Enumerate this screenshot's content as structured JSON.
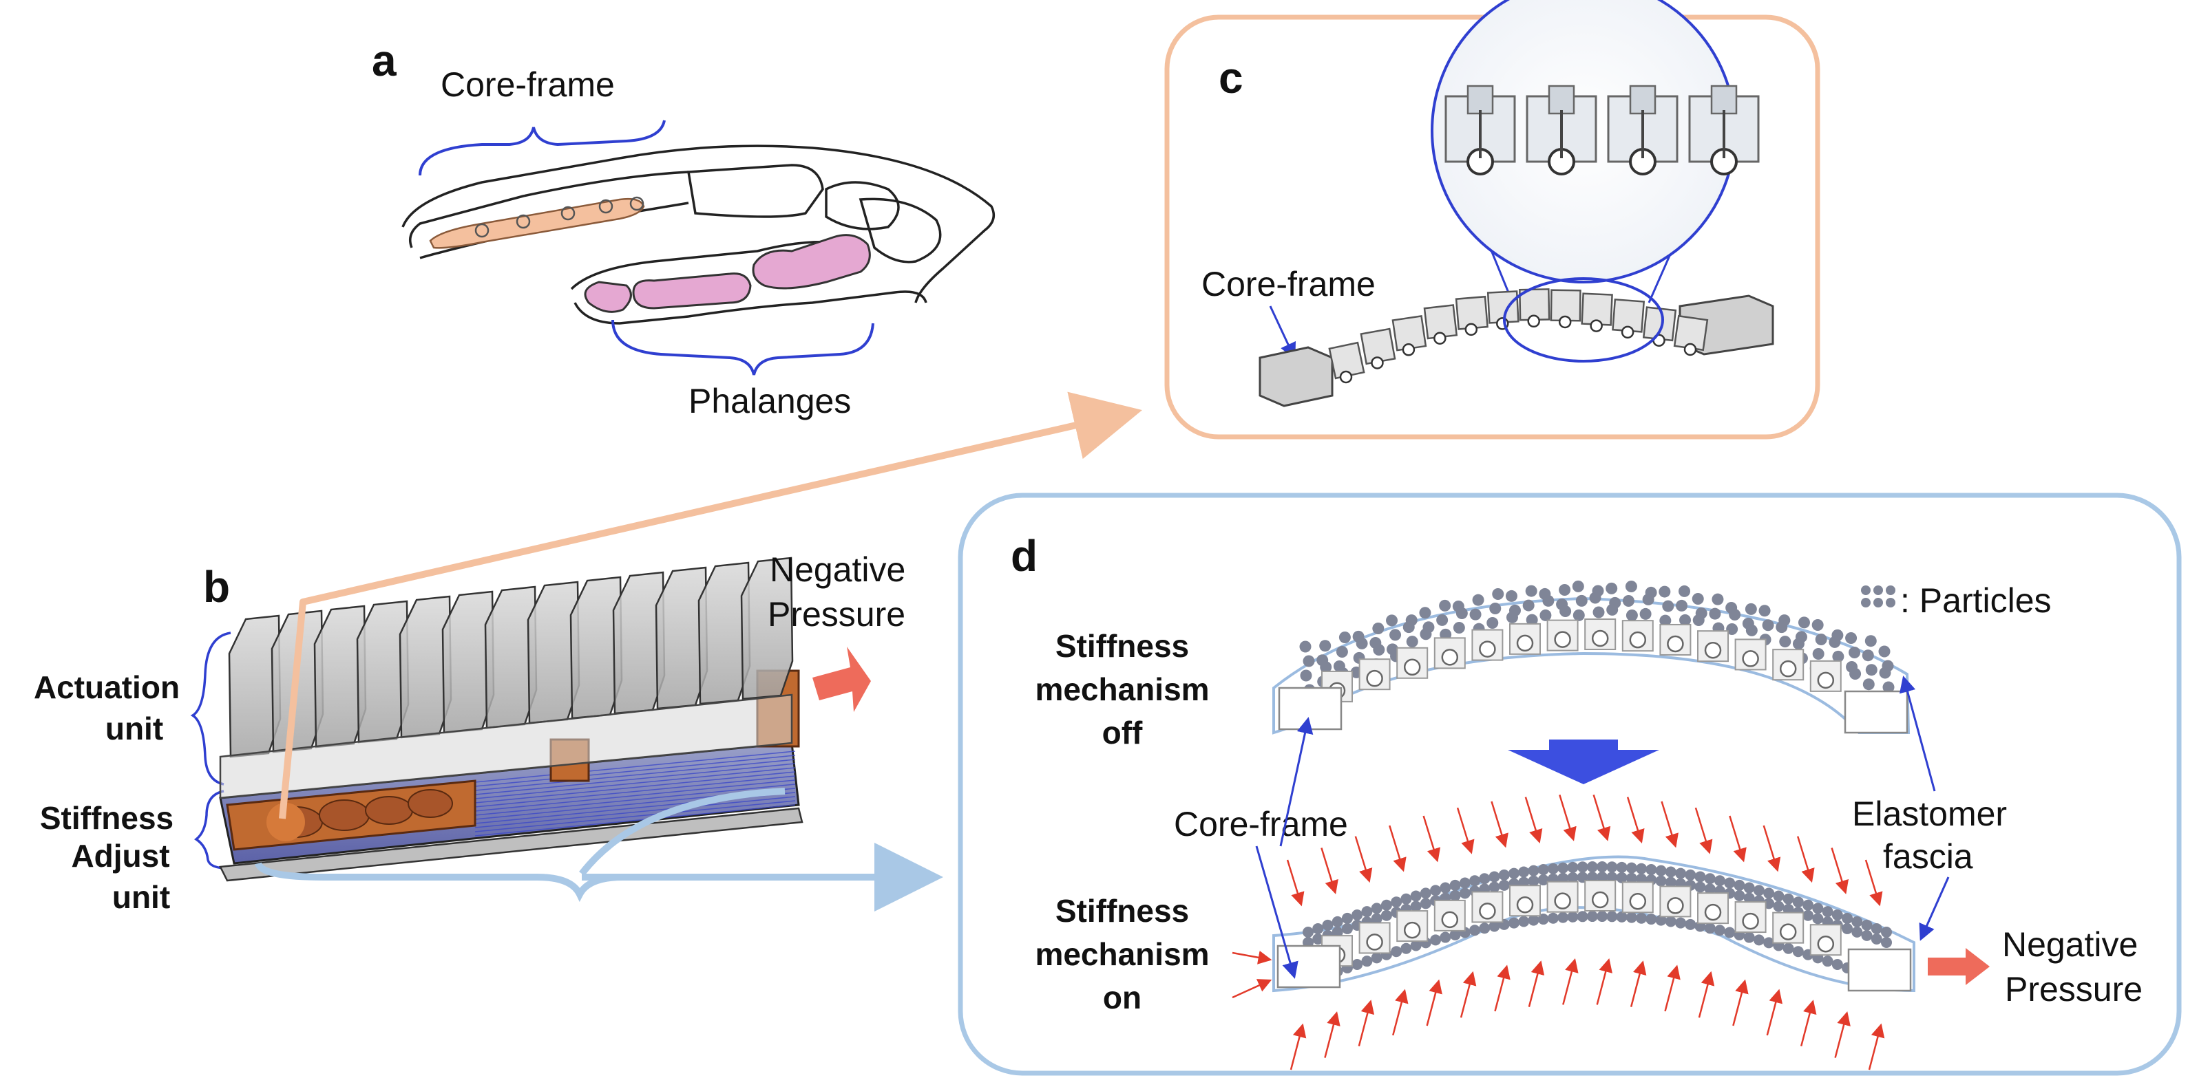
{
  "panels": {
    "a": {
      "letter": "a",
      "core_frame_label": "Core-frame",
      "phalanges_label": "Phalanges"
    },
    "b": {
      "letter": "b",
      "actuation_unit": [
        "Actuation",
        "unit"
      ],
      "stiffness_adjust_unit": [
        "Stiffness",
        "Adjust",
        "unit"
      ],
      "negative_pressure": [
        "Negative",
        "Pressure"
      ]
    },
    "c": {
      "letter": "c",
      "core_frame_label": "Core-frame"
    },
    "d": {
      "letter": "d",
      "particles_legend": ": Particles",
      "stiffness_off": [
        "Stiffness",
        "mechanism",
        "off"
      ],
      "stiffness_on": [
        "Stiffness",
        "mechanism",
        "on"
      ],
      "core_frame_label": "Core-frame",
      "elastomer_fascia": [
        "Elastomer",
        "fascia"
      ],
      "negative_pressure": [
        "Negative",
        "Pressure"
      ]
    }
  },
  "colors": {
    "orange_accent": "#f4c09e",
    "blue_accent": "#a9c8e6",
    "brace_blue": "#2f3fd0",
    "phalange_pink": "#e5a8d2",
    "pressure_red": "#ee6b5b",
    "particle_gray": "#7f8597"
  }
}
